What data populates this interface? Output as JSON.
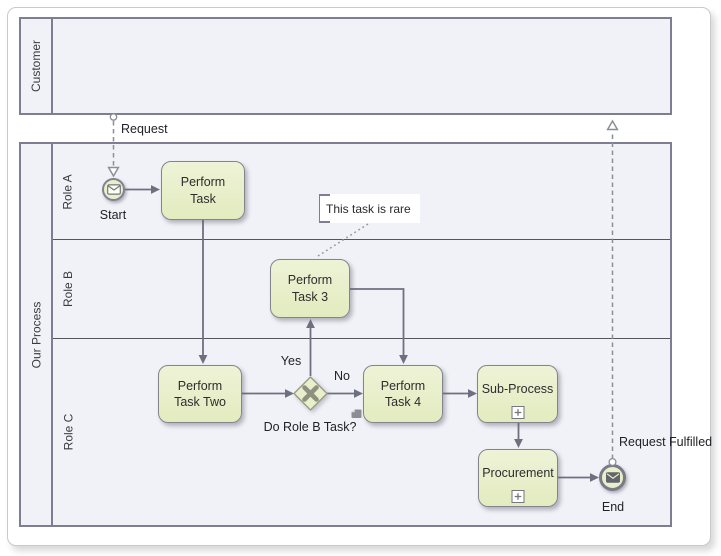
{
  "pools": {
    "customer": {
      "label": "Customer"
    },
    "process": {
      "label": "Our Process",
      "lanes": {
        "a": "Role A",
        "b": "Role B",
        "c": "Role C"
      }
    }
  },
  "nodes": {
    "start": "Start",
    "perform_task": "Perform Task",
    "perform_task_3": "Perform Task 3",
    "perform_task_two": "Perform Task Two",
    "perform_task_4": "Perform Task 4",
    "sub_process": "Sub-Process",
    "procurement": "Procurement",
    "end": "End",
    "gateway": "Do Role B Task?"
  },
  "flows": {
    "request": "Request",
    "request_fulfilled": "Request Fulfilled",
    "yes": "Yes",
    "no": "No"
  },
  "annotation": {
    "text": "This task is rare"
  },
  "colors": {
    "task_fill": "#e9efca",
    "pool_fill": "#f1f2f8",
    "pool_border": "#7d7e91",
    "lane_divider": "#54555d",
    "flow": "#6e7080",
    "message_flow": "#8d8e99",
    "text": "#2d2d2d"
  }
}
